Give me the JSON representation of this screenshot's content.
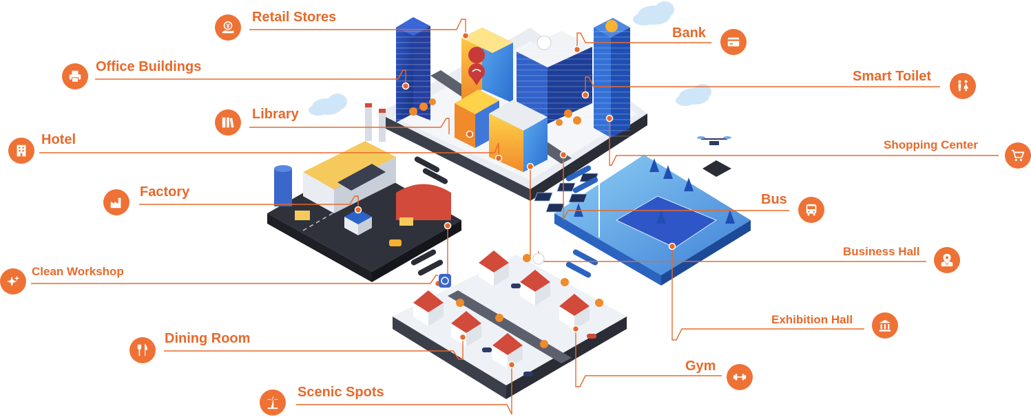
{
  "colors": {
    "accent": "#e8692a",
    "icon_bg": "#ee7235",
    "leader": "#e8692a"
  },
  "labels": {
    "retail_stores": "Retail Stores",
    "office_buildings": "Office Buildings",
    "library": "Library",
    "hotel": "Hotel",
    "factory": "Factory",
    "clean_workshop": "Clean Workshop",
    "dining_room": "Dining Room",
    "scenic_spots": "Scenic Spots",
    "bank": "Bank",
    "smart_toilet": "Smart Toilet",
    "shopping_center": "Shopping Center",
    "bus": "Bus",
    "business_hall": "Business Hall",
    "exhibition_hall": "Exhibition Hall",
    "gym": "Gym"
  },
  "icons": {
    "retail_stores": "yen-hand-icon",
    "office_buildings": "printer-icon",
    "library": "books-icon",
    "hotel": "hotel-building-icon",
    "factory": "factory-icon",
    "clean_workshop": "sparkle-icon",
    "dining_room": "fork-knife-icon",
    "scenic_spots": "palm-tree-icon",
    "bank": "bank-card-icon",
    "smart_toilet": "toilet-people-icon",
    "shopping_center": "shopping-cart-icon",
    "bus": "bus-icon",
    "business_hall": "map-pin-icon",
    "exhibition_hall": "museum-icon",
    "gym": "dumbbell-icon"
  }
}
